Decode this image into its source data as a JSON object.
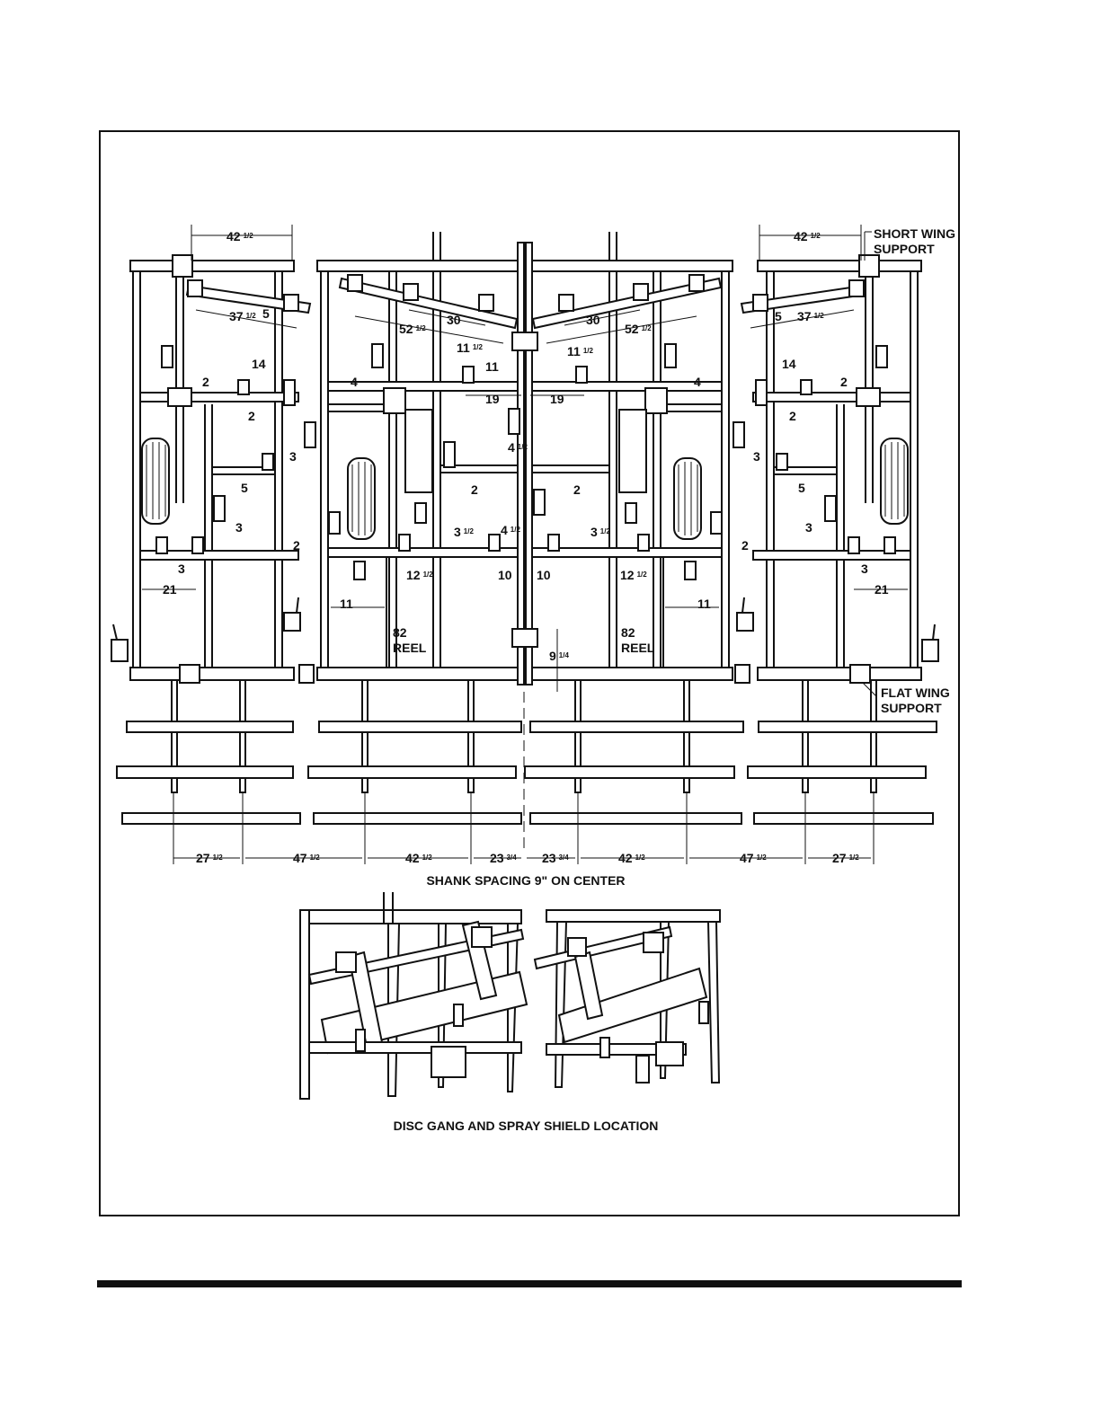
{
  "labels": {
    "short_wing_support": [
      "SHORT WING",
      "SUPPORT"
    ],
    "flat_wing_support": [
      "FLAT WING",
      "SUPPORT"
    ],
    "reel_left": [
      "82",
      "REEL"
    ],
    "reel_right": [
      "82",
      "REEL"
    ],
    "shank_spacing": "SHANK SPACING 9\" ON CENTER",
    "disc_gang": "DISC GANG AND SPRAY SHIELD LOCATION"
  },
  "dimensions": [
    {
      "w": "42",
      "f": "1/2"
    },
    {
      "w": "42",
      "f": "1/2"
    },
    {
      "w": "37",
      "f": "1/2"
    },
    {
      "w": "5"
    },
    {
      "w": "52",
      "f": "1/2"
    },
    {
      "w": "30"
    },
    {
      "w": "30"
    },
    {
      "w": "52",
      "f": "1/2"
    },
    {
      "w": "5"
    },
    {
      "w": "37",
      "f": "1/2"
    },
    {
      "w": "11",
      "f": "1/2"
    },
    {
      "w": "11",
      "f": "1/2"
    },
    {
      "w": "11"
    },
    {
      "w": "14"
    },
    {
      "w": "14"
    },
    {
      "w": "2"
    },
    {
      "w": "2"
    },
    {
      "w": "4"
    },
    {
      "w": "4"
    },
    {
      "w": "19"
    },
    {
      "w": "19"
    },
    {
      "w": "2"
    },
    {
      "w": "2"
    },
    {
      "w": "3"
    },
    {
      "w": "3"
    },
    {
      "w": "4",
      "f": "1/2"
    },
    {
      "w": "5"
    },
    {
      "w": "5"
    },
    {
      "w": "2"
    },
    {
      "w": "2"
    },
    {
      "w": "3"
    },
    {
      "w": "3"
    },
    {
      "w": "3",
      "f": "1/2"
    },
    {
      "w": "4",
      "f": "1/2"
    },
    {
      "w": "3",
      "f": "1/2"
    },
    {
      "w": "2"
    },
    {
      "w": "2"
    },
    {
      "w": "3"
    },
    {
      "w": "3"
    },
    {
      "w": "12",
      "f": "1/2"
    },
    {
      "w": "10"
    },
    {
      "w": "10"
    },
    {
      "w": "12",
      "f": "1/2"
    },
    {
      "w": "21"
    },
    {
      "w": "21"
    },
    {
      "w": "11"
    },
    {
      "w": "11"
    },
    {
      "w": "9",
      "f": "1/4"
    }
  ],
  "shank_dimensions": [
    {
      "w": "27",
      "f": "1/2"
    },
    {
      "w": "47",
      "f": "1/2"
    },
    {
      "w": "42",
      "f": "1/2"
    },
    {
      "w": "23",
      "f": "3/4"
    },
    {
      "w": "23",
      "f": "3/4"
    },
    {
      "w": "42",
      "f": "1/2"
    },
    {
      "w": "47",
      "f": "1/2"
    },
    {
      "w": "27",
      "f": "1/2"
    }
  ]
}
